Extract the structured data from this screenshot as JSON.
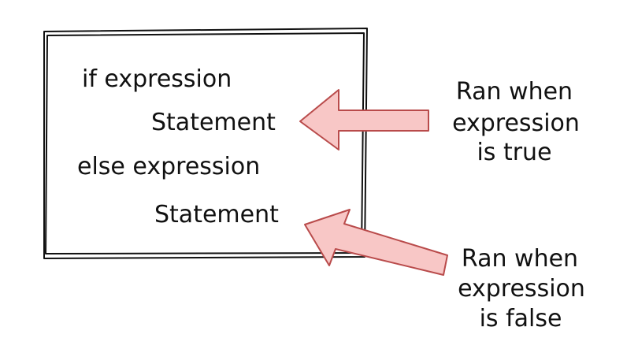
{
  "code_box": {
    "lines": {
      "if_line": "if expression",
      "if_statement": "Statement",
      "else_line": "else expression",
      "else_statement": "Statement"
    }
  },
  "annotations": {
    "true_note": {
      "line1": "Ran when",
      "line2": "expression",
      "line3": "is true"
    },
    "false_note": {
      "line1": "Ran when",
      "line2": "expression",
      "line3": "is false"
    }
  },
  "colors": {
    "arrow_fill": "#f8c7c6",
    "arrow_stroke": "#b94b4b",
    "box_stroke": "#111111",
    "text": "#111111"
  }
}
